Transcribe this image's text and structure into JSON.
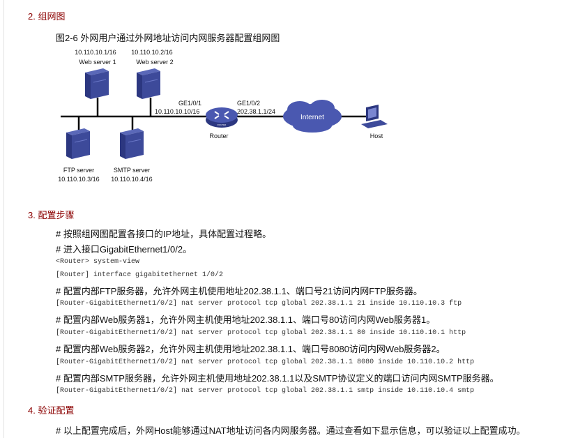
{
  "sections": [
    {
      "heading": "2. 组网图"
    },
    {
      "heading": "3. 配置步骤"
    },
    {
      "heading": "4. 验证配置"
    }
  ],
  "figure": {
    "caption": "图2-6 外网用户通过外网地址访问内网服务器配置组网图",
    "nodes": {
      "web1": {
        "name": "Web server 1",
        "ip": "10.110.10.1/16"
      },
      "web2": {
        "name": "Web server 2",
        "ip": "10.110.10.2/16"
      },
      "ftp": {
        "name": "FTP server",
        "ip": "10.110.10.3/16"
      },
      "smtp": {
        "name": "SMTP server",
        "ip": "10.110.10.4/16"
      },
      "router": {
        "name": "Router",
        "badge": "ROUTER"
      },
      "internet": {
        "name": "Internet"
      },
      "host": {
        "name": "Host"
      }
    },
    "interfaces": {
      "ge1": {
        "name": "GE1/0/1",
        "ip": "10.110.10.10/16"
      },
      "ge2": {
        "name": "GE1/0/2",
        "ip": "202.38.1.1/24"
      }
    },
    "colors": {
      "device": "#3d4a9a",
      "line": "#000000",
      "heading": "#8b0000"
    }
  },
  "steps": [
    {
      "type": "text",
      "value": "# 按照组网图配置各接口的IP地址，具体配置过程略。"
    },
    {
      "type": "text",
      "value": "# 进入接口GigabitEthernet1/0/2。"
    },
    {
      "type": "code",
      "value": "<Router> system-view"
    },
    {
      "type": "code",
      "value": "[Router] interface gigabitethernet 1/0/2"
    },
    {
      "type": "text",
      "value": "# 配置内部FTP服务器，允许外网主机使用地址202.38.1.1、端口号21访问内网FTP服务器。"
    },
    {
      "type": "code",
      "value": "[Router-GigabitEthernet1/0/2] nat server protocol tcp global 202.38.1.1 21 inside 10.110.10.3 ftp"
    },
    {
      "type": "text",
      "value": "# 配置内部Web服务器1，允许外网主机使用地址202.38.1.1、端口号80访问内网Web服务器1。"
    },
    {
      "type": "code",
      "value": "[Router-GigabitEthernet1/0/2] nat server protocol tcp global 202.38.1.1 80 inside 10.110.10.1 http"
    },
    {
      "type": "text",
      "value": "# 配置内部Web服务器2，允许外网主机使用地址202.38.1.1、端口号8080访问内网Web服务器2。"
    },
    {
      "type": "code",
      "value": "[Router-GigabitEthernet1/0/2] nat server protocol tcp global 202.38.1.1 8080 inside 10.110.10.2 http"
    },
    {
      "type": "text",
      "value": "# 配置内部SMTP服务器，允许外网主机使用地址202.38.1.1以及SMTP协议定义的端口访问内网SMTP服务器。"
    },
    {
      "type": "code",
      "value": "[Router-GigabitEthernet1/0/2] nat server protocol tcp global 202.38.1.1 smtp inside 10.110.10.4 smtp"
    }
  ],
  "verify": {
    "text": "# 以上配置完成后，外网Host能够通过NAT地址访问各内网服务器。通过查看如下显示信息，可以验证以上配置成功。"
  }
}
